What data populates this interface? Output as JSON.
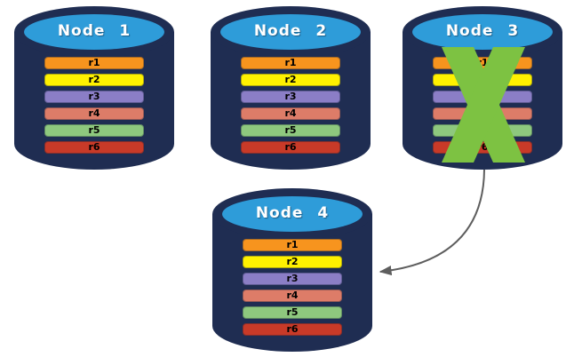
{
  "colors": {
    "cylinder_body": "#1F2D52",
    "cylinder_top": "#2E9CD9",
    "failure_x": "#7DC242",
    "arrow": "#5E5E5E",
    "node_label_text": "#FFFFFF",
    "row_label_text": "#000000"
  },
  "nodes": [
    {
      "label": "Node 1",
      "failed": false,
      "rows": [
        {
          "label": "r1",
          "color": "#F7941E"
        },
        {
          "label": "r2",
          "color": "#FFF100"
        },
        {
          "label": "r3",
          "color": "#8B7EC6"
        },
        {
          "label": "r4",
          "color": "#DD7C68"
        },
        {
          "label": "r5",
          "color": "#8EC87E"
        },
        {
          "label": "r6",
          "color": "#C83A28"
        }
      ]
    },
    {
      "label": "Node 2",
      "failed": false,
      "rows": [
        {
          "label": "r1",
          "color": "#F7941E"
        },
        {
          "label": "r2",
          "color": "#FFF100"
        },
        {
          "label": "r3",
          "color": "#8B7EC6"
        },
        {
          "label": "r4",
          "color": "#DD7C68"
        },
        {
          "label": "r5",
          "color": "#8EC87E"
        },
        {
          "label": "r6",
          "color": "#C83A28"
        }
      ]
    },
    {
      "label": "Node 3",
      "failed": true,
      "rows": [
        {
          "label": "r1",
          "color": "#F7941E"
        },
        {
          "label": "r2",
          "color": "#FFF100"
        },
        {
          "label": "r3",
          "color": "#8B7EC6"
        },
        {
          "label": "r4",
          "color": "#DD7C68"
        },
        {
          "label": "r5",
          "color": "#8EC87E"
        },
        {
          "label": "r6",
          "color": "#C83A28"
        }
      ]
    },
    {
      "label": "Node 4",
      "failed": false,
      "rows": [
        {
          "label": "r1",
          "color": "#F7941E"
        },
        {
          "label": "r2",
          "color": "#FFF100"
        },
        {
          "label": "r3",
          "color": "#8B7EC6"
        },
        {
          "label": "r4",
          "color": "#DD7C68"
        },
        {
          "label": "r5",
          "color": "#8EC87E"
        },
        {
          "label": "r6",
          "color": "#C83A28"
        }
      ]
    }
  ],
  "arrow": {
    "from": "Node 3",
    "to": "Node 4"
  }
}
